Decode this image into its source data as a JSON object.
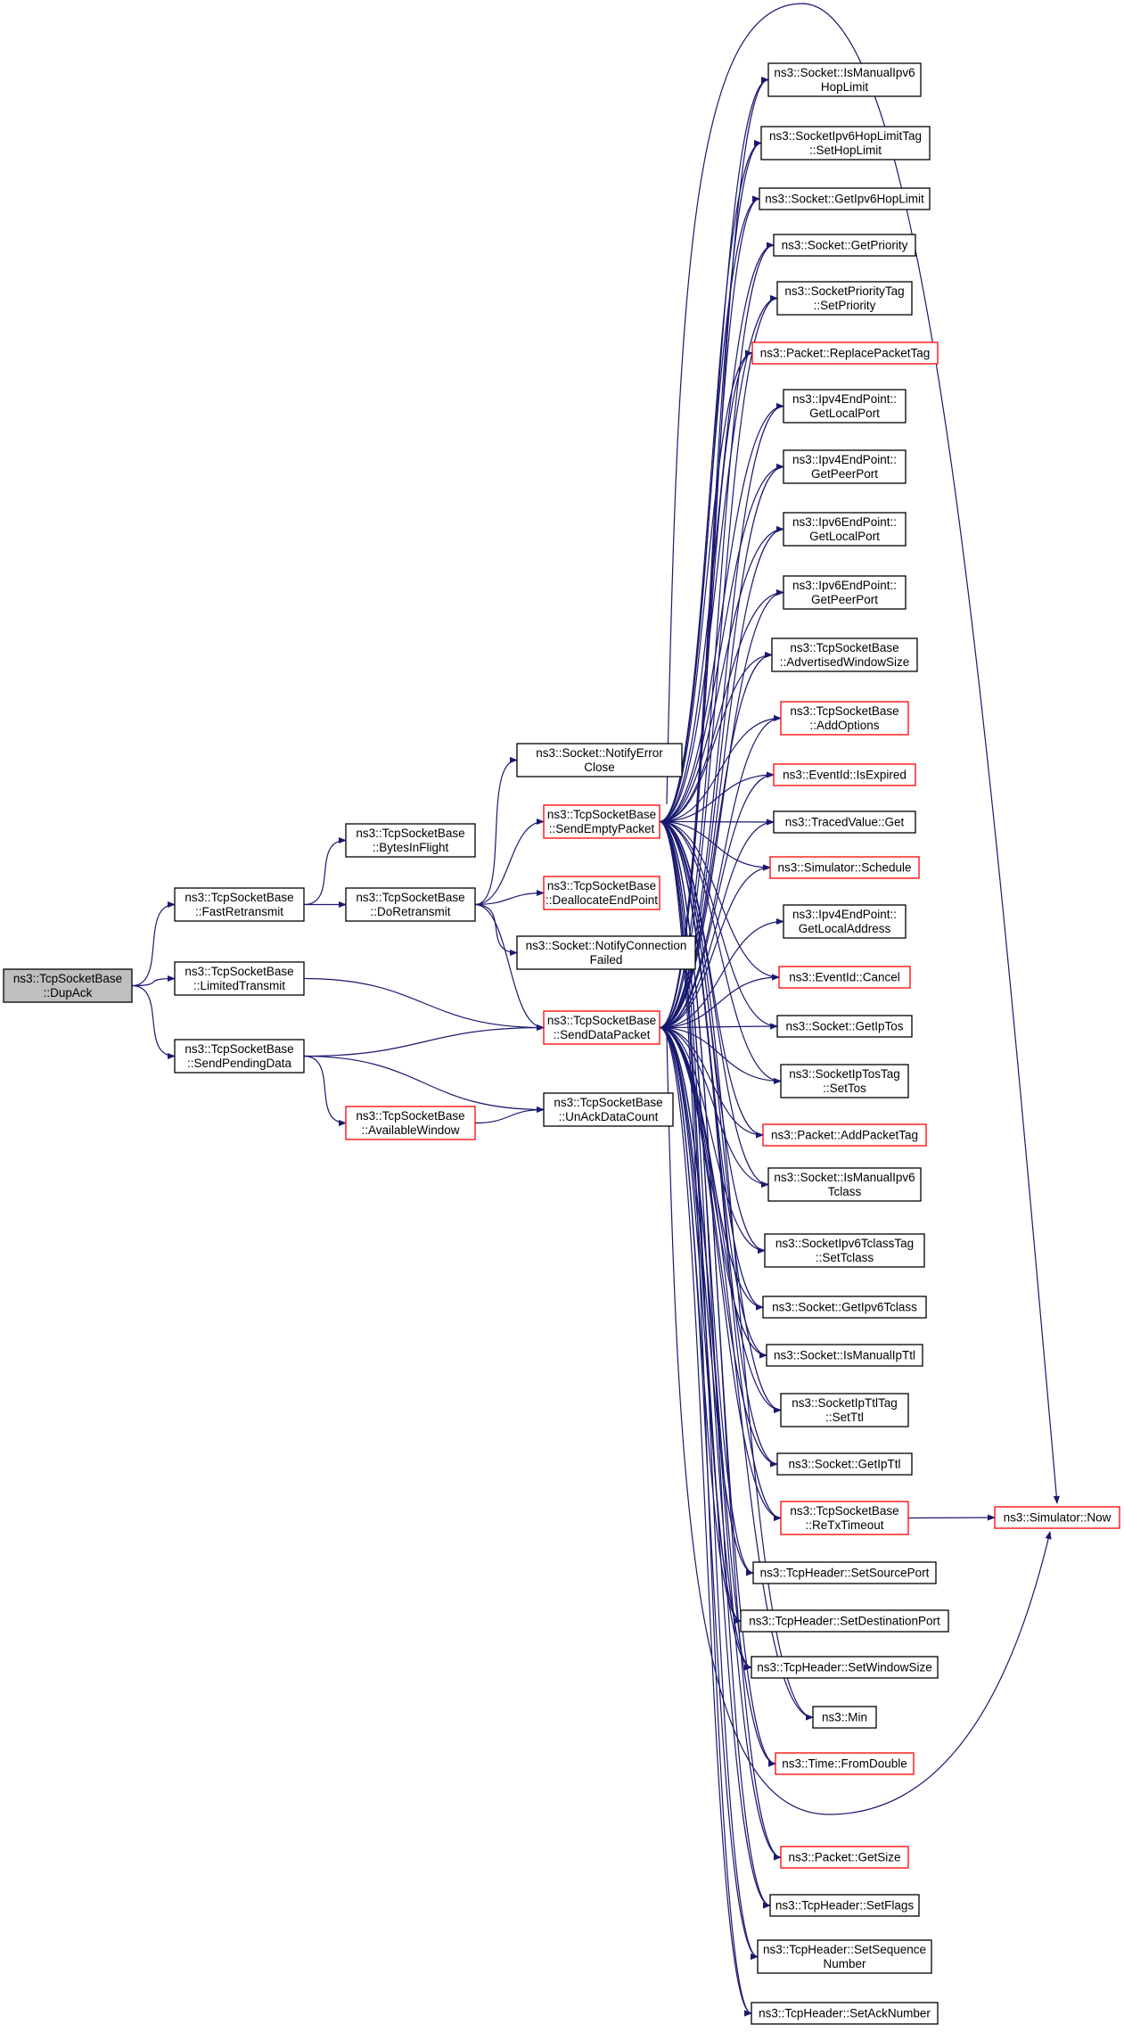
{
  "colors": {
    "edge": "#191970",
    "node_border_normal": "#000000",
    "node_border_truncated": "#ff0000",
    "node_fill_root": "#bfbfbf",
    "node_fill": "#ffffff"
  },
  "nodes": [
    {
      "id": "dupack",
      "lines": [
        "ns3::TcpSocketBase",
        "::DupAck"
      ],
      "style": "root"
    },
    {
      "id": "fastretransmit",
      "lines": [
        "ns3::TcpSocketBase",
        "::FastRetransmit"
      ],
      "style": "normal"
    },
    {
      "id": "limitedtransmit",
      "lines": [
        "ns3::TcpSocketBase",
        "::LimitedTransmit"
      ],
      "style": "normal"
    },
    {
      "id": "sendpendingdata",
      "lines": [
        "ns3::TcpSocketBase",
        "::SendPendingData"
      ],
      "style": "normal"
    },
    {
      "id": "bytesinflight",
      "lines": [
        "ns3::TcpSocketBase",
        "::BytesInFlight"
      ],
      "style": "normal"
    },
    {
      "id": "doretransmit",
      "lines": [
        "ns3::TcpSocketBase",
        "::DoRetransmit"
      ],
      "style": "normal"
    },
    {
      "id": "availablewindow",
      "lines": [
        "ns3::TcpSocketBase",
        "::AvailableWindow"
      ],
      "style": "truncated"
    },
    {
      "id": "notifyerrorclose",
      "lines": [
        "ns3::Socket::NotifyError",
        "Close"
      ],
      "style": "normal"
    },
    {
      "id": "sendemptypacket",
      "lines": [
        "ns3::TcpSocketBase",
        "::SendEmptyPacket"
      ],
      "style": "truncated"
    },
    {
      "id": "deallocateendpoint",
      "lines": [
        "ns3::TcpSocketBase",
        "::DeallocateEndPoint"
      ],
      "style": "truncated"
    },
    {
      "id": "notifyconnectionfailed",
      "lines": [
        "ns3::Socket::NotifyConnection",
        "Failed"
      ],
      "style": "normal"
    },
    {
      "id": "senddatapacket",
      "lines": [
        "ns3::TcpSocketBase",
        "::SendDataPacket"
      ],
      "style": "truncated"
    },
    {
      "id": "unackdatacount",
      "lines": [
        "ns3::TcpSocketBase",
        "::UnAckDataCount"
      ],
      "style": "normal"
    },
    {
      "id": "ismanualipv6hoplimit",
      "lines": [
        "ns3::Socket::IsManualIpv6",
        "HopLimit"
      ],
      "style": "normal"
    },
    {
      "id": "sethoplimit",
      "lines": [
        "ns3::SocketIpv6HopLimitTag",
        "::SetHopLimit"
      ],
      "style": "normal"
    },
    {
      "id": "getipv6hoplimit",
      "lines": [
        "ns3::Socket::GetIpv6HopLimit"
      ],
      "style": "normal"
    },
    {
      "id": "getpriority",
      "lines": [
        "ns3::Socket::GetPriority"
      ],
      "style": "normal"
    },
    {
      "id": "setpriority",
      "lines": [
        "ns3::SocketPriorityTag",
        "::SetPriority"
      ],
      "style": "normal"
    },
    {
      "id": "replacepackettag",
      "lines": [
        "ns3::Packet::ReplacePacketTag"
      ],
      "style": "truncated"
    },
    {
      "id": "ipv4getlocalport",
      "lines": [
        "ns3::Ipv4EndPoint::",
        "GetLocalPort"
      ],
      "style": "normal"
    },
    {
      "id": "ipv4getpeerport",
      "lines": [
        "ns3::Ipv4EndPoint::",
        "GetPeerPort"
      ],
      "style": "normal"
    },
    {
      "id": "ipv6getlocalport",
      "lines": [
        "ns3::Ipv6EndPoint::",
        "GetLocalPort"
      ],
      "style": "normal"
    },
    {
      "id": "ipv6getpeerport",
      "lines": [
        "ns3::Ipv6EndPoint::",
        "GetPeerPort"
      ],
      "style": "normal"
    },
    {
      "id": "advertisedwindowsize",
      "lines": [
        "ns3::TcpSocketBase",
        "::AdvertisedWindowSize"
      ],
      "style": "normal"
    },
    {
      "id": "addoptions",
      "lines": [
        "ns3::TcpSocketBase",
        "::AddOptions"
      ],
      "style": "truncated"
    },
    {
      "id": "isexpired",
      "lines": [
        "ns3::EventId::IsExpired"
      ],
      "style": "truncated"
    },
    {
      "id": "tracedvalueget",
      "lines": [
        "ns3::TracedValue::Get"
      ],
      "style": "normal"
    },
    {
      "id": "schedule",
      "lines": [
        "ns3::Simulator::Schedule"
      ],
      "style": "truncated"
    },
    {
      "id": "getlocaladdress",
      "lines": [
        "ns3::Ipv4EndPoint::",
        "GetLocalAddress"
      ],
      "style": "normal"
    },
    {
      "id": "cancel",
      "lines": [
        "ns3::EventId::Cancel"
      ],
      "style": "truncated"
    },
    {
      "id": "getiptos",
      "lines": [
        "ns3::Socket::GetIpTos"
      ],
      "style": "normal"
    },
    {
      "id": "settos",
      "lines": [
        "ns3::SocketIpTosTag",
        "::SetTos"
      ],
      "style": "normal"
    },
    {
      "id": "addpackettag",
      "lines": [
        "ns3::Packet::AddPacketTag"
      ],
      "style": "truncated"
    },
    {
      "id": "ismanualipv6tclass",
      "lines": [
        "ns3::Socket::IsManualIpv6",
        "Tclass"
      ],
      "style": "normal"
    },
    {
      "id": "settclass",
      "lines": [
        "ns3::SocketIpv6TclassTag",
        "::SetTclass"
      ],
      "style": "normal"
    },
    {
      "id": "getipv6tclass",
      "lines": [
        "ns3::Socket::GetIpv6Tclass"
      ],
      "style": "normal"
    },
    {
      "id": "ismanualipttl",
      "lines": [
        "ns3::Socket::IsManualIpTtl"
      ],
      "style": "normal"
    },
    {
      "id": "setttl",
      "lines": [
        "ns3::SocketIpTtlTag",
        "::SetTtl"
      ],
      "style": "normal"
    },
    {
      "id": "getipttl",
      "lines": [
        "ns3::Socket::GetIpTtl"
      ],
      "style": "normal"
    },
    {
      "id": "retxtimeout",
      "lines": [
        "ns3::TcpSocketBase",
        "::ReTxTimeout"
      ],
      "style": "truncated"
    },
    {
      "id": "simulatornow",
      "lines": [
        "ns3::Simulator::Now"
      ],
      "style": "truncated"
    },
    {
      "id": "setsourceport",
      "lines": [
        "ns3::TcpHeader::SetSourcePort"
      ],
      "style": "normal"
    },
    {
      "id": "setdestinationport",
      "lines": [
        "ns3::TcpHeader::SetDestinationPort"
      ],
      "style": "normal"
    },
    {
      "id": "setwindowsize",
      "lines": [
        "ns3::TcpHeader::SetWindowSize"
      ],
      "style": "normal"
    },
    {
      "id": "min",
      "lines": [
        "ns3::Min"
      ],
      "style": "normal"
    },
    {
      "id": "fromdouble",
      "lines": [
        "ns3::Time::FromDouble"
      ],
      "style": "truncated"
    },
    {
      "id": "getsize",
      "lines": [
        "ns3::Packet::GetSize"
      ],
      "style": "truncated"
    },
    {
      "id": "setflags",
      "lines": [
        "ns3::TcpHeader::SetFlags"
      ],
      "style": "normal"
    },
    {
      "id": "setsequencenumber",
      "lines": [
        "ns3::TcpHeader::SetSequence",
        "Number"
      ],
      "style": "normal"
    },
    {
      "id": "setacknumber",
      "lines": [
        "ns3::TcpHeader::SetAckNumber"
      ],
      "style": "normal"
    }
  ],
  "edges": [
    [
      "dupack",
      "fastretransmit"
    ],
    [
      "dupack",
      "limitedtransmit"
    ],
    [
      "dupack",
      "sendpendingdata"
    ],
    [
      "fastretransmit",
      "bytesinflight"
    ],
    [
      "fastretransmit",
      "doretransmit"
    ],
    [
      "limitedtransmit",
      "senddatapacket"
    ],
    [
      "sendpendingdata",
      "senddatapacket"
    ],
    [
      "sendpendingdata",
      "availablewindow"
    ],
    [
      "sendpendingdata",
      "unackdatacount"
    ],
    [
      "availablewindow",
      "unackdatacount"
    ],
    [
      "doretransmit",
      "notifyerrorclose"
    ],
    [
      "doretransmit",
      "sendemptypacket"
    ],
    [
      "doretransmit",
      "deallocateendpoint"
    ],
    [
      "doretransmit",
      "notifyconnectionfailed"
    ],
    [
      "doretransmit",
      "senddatapacket"
    ],
    [
      "sendemptypacket",
      "ismanualipv6hoplimit"
    ],
    [
      "sendemptypacket",
      "sethoplimit"
    ],
    [
      "sendemptypacket",
      "getipv6hoplimit"
    ],
    [
      "sendemptypacket",
      "getpriority"
    ],
    [
      "sendemptypacket",
      "setpriority"
    ],
    [
      "sendemptypacket",
      "replacepackettag"
    ],
    [
      "sendemptypacket",
      "ipv4getlocalport"
    ],
    [
      "sendemptypacket",
      "ipv4getpeerport"
    ],
    [
      "sendemptypacket",
      "ipv6getlocalport"
    ],
    [
      "sendemptypacket",
      "ipv6getpeerport"
    ],
    [
      "sendemptypacket",
      "advertisedwindowsize"
    ],
    [
      "sendemptypacket",
      "addoptions"
    ],
    [
      "sendemptypacket",
      "isexpired"
    ],
    [
      "sendemptypacket",
      "tracedvalueget"
    ],
    [
      "sendemptypacket",
      "schedule"
    ],
    [
      "sendemptypacket",
      "cancel"
    ],
    [
      "sendemptypacket",
      "getiptos"
    ],
    [
      "sendemptypacket",
      "settos"
    ],
    [
      "sendemptypacket",
      "addpackettag"
    ],
    [
      "sendemptypacket",
      "ismanualipv6tclass"
    ],
    [
      "sendemptypacket",
      "settclass"
    ],
    [
      "sendemptypacket",
      "getipv6tclass"
    ],
    [
      "sendemptypacket",
      "ismanualipttl"
    ],
    [
      "sendemptypacket",
      "setttl"
    ],
    [
      "sendemptypacket",
      "getipttl"
    ],
    [
      "sendemptypacket",
      "retxtimeout"
    ],
    [
      "sendemptypacket",
      "simulatornow"
    ],
    [
      "sendemptypacket",
      "setsourceport"
    ],
    [
      "sendemptypacket",
      "setdestinationport"
    ],
    [
      "sendemptypacket",
      "setwindowsize"
    ],
    [
      "sendemptypacket",
      "min"
    ],
    [
      "sendemptypacket",
      "fromdouble"
    ],
    [
      "sendemptypacket",
      "getsize"
    ],
    [
      "sendemptypacket",
      "setflags"
    ],
    [
      "sendemptypacket",
      "setsequencenumber"
    ],
    [
      "sendemptypacket",
      "setacknumber"
    ],
    [
      "senddatapacket",
      "ismanualipv6hoplimit"
    ],
    [
      "senddatapacket",
      "sethoplimit"
    ],
    [
      "senddatapacket",
      "getipv6hoplimit"
    ],
    [
      "senddatapacket",
      "getpriority"
    ],
    [
      "senddatapacket",
      "setpriority"
    ],
    [
      "senddatapacket",
      "replacepackettag"
    ],
    [
      "senddatapacket",
      "ipv4getlocalport"
    ],
    [
      "senddatapacket",
      "ipv4getpeerport"
    ],
    [
      "senddatapacket",
      "ipv6getlocalport"
    ],
    [
      "senddatapacket",
      "ipv6getpeerport"
    ],
    [
      "senddatapacket",
      "advertisedwindowsize"
    ],
    [
      "senddatapacket",
      "addoptions"
    ],
    [
      "senddatapacket",
      "isexpired"
    ],
    [
      "senddatapacket",
      "tracedvalueget"
    ],
    [
      "senddatapacket",
      "schedule"
    ],
    [
      "senddatapacket",
      "getlocaladdress"
    ],
    [
      "senddatapacket",
      "cancel"
    ],
    [
      "senddatapacket",
      "getiptos"
    ],
    [
      "senddatapacket",
      "settos"
    ],
    [
      "senddatapacket",
      "addpackettag"
    ],
    [
      "senddatapacket",
      "ismanualipv6tclass"
    ],
    [
      "senddatapacket",
      "settclass"
    ],
    [
      "senddatapacket",
      "getipv6tclass"
    ],
    [
      "senddatapacket",
      "ismanualipttl"
    ],
    [
      "senddatapacket",
      "setttl"
    ],
    [
      "senddatapacket",
      "getipttl"
    ],
    [
      "senddatapacket",
      "retxtimeout"
    ],
    [
      "senddatapacket",
      "simulatornow"
    ],
    [
      "senddatapacket",
      "setsourceport"
    ],
    [
      "senddatapacket",
      "setdestinationport"
    ],
    [
      "senddatapacket",
      "setwindowsize"
    ],
    [
      "senddatapacket",
      "min"
    ],
    [
      "senddatapacket",
      "fromdouble"
    ],
    [
      "senddatapacket",
      "getsize"
    ],
    [
      "senddatapacket",
      "setflags"
    ],
    [
      "senddatapacket",
      "setsequencenumber"
    ],
    [
      "senddatapacket",
      "setacknumber"
    ],
    [
      "retxtimeout",
      "simulatornow"
    ]
  ]
}
